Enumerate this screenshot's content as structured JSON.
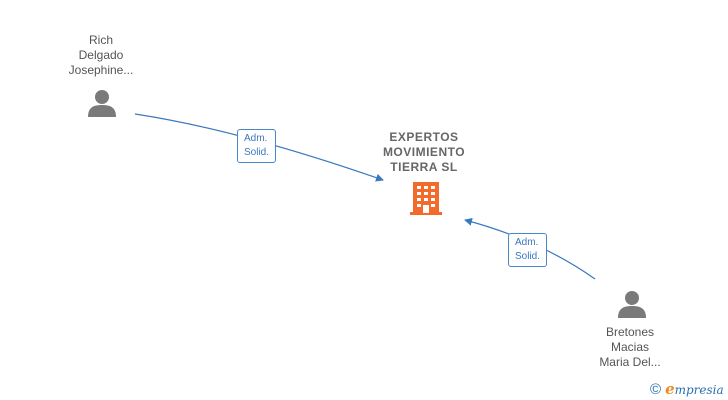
{
  "company": {
    "name_lines": [
      "EXPERTOS",
      "MOVIMIENTO",
      "TIERRA  SL"
    ],
    "icon": "building-icon",
    "color": "#f26b2a"
  },
  "people": [
    {
      "name_lines": [
        "Rich",
        "Delgado",
        "Josephine..."
      ],
      "icon": "person-icon"
    },
    {
      "name_lines": [
        "Bretones",
        "Macias",
        "Maria Del..."
      ],
      "icon": "person-icon"
    }
  ],
  "relations": [
    {
      "from": "Rich Delgado Josephine...",
      "to": "EXPERTOS MOVIMIENTO TIERRA SL",
      "label_lines": [
        "Adm.",
        "Solid."
      ]
    },
    {
      "from": "Bretones Macias Maria Del...",
      "to": "EXPERTOS MOVIMIENTO TIERRA SL",
      "label_lines": [
        "Adm.",
        "Solid."
      ]
    }
  ],
  "colors": {
    "edge": "#3a78c0",
    "person": "#7a7a7a"
  },
  "brand": {
    "copyright_symbol": "©",
    "logo_initial": "e",
    "logo_rest": "mpresia"
  }
}
